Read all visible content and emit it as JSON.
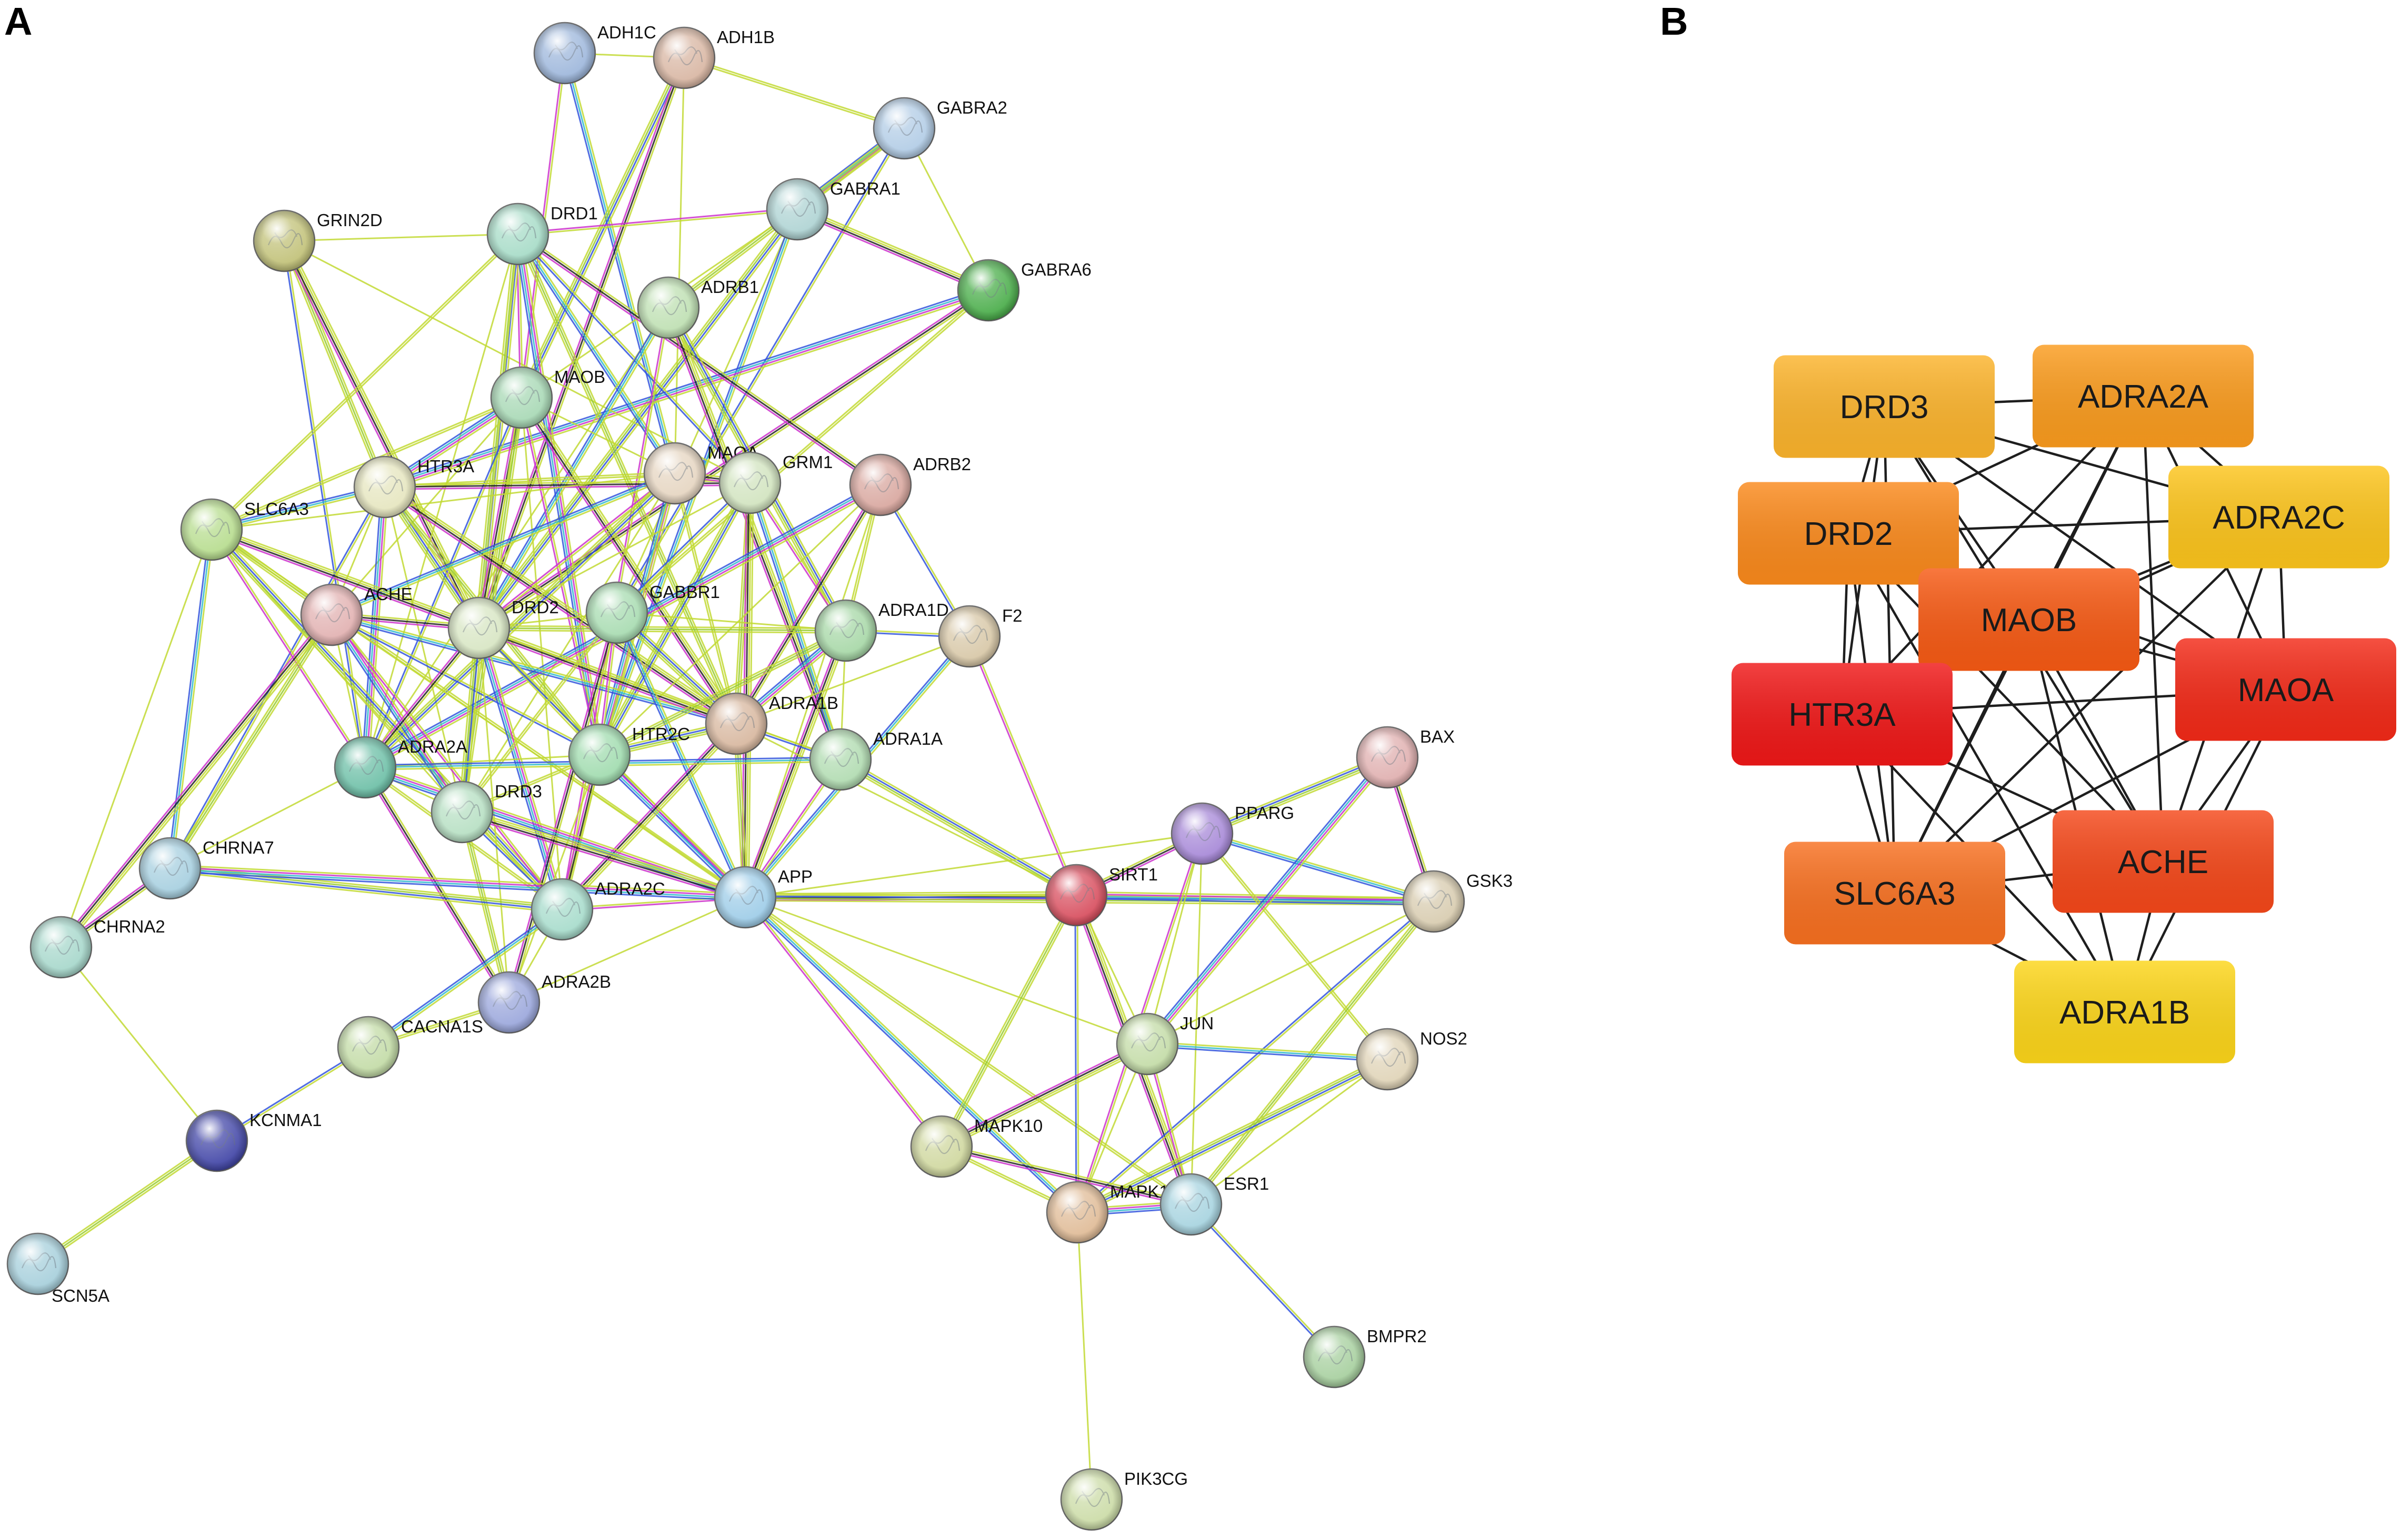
{
  "panel_a": {
    "letter": "A",
    "nodes": [
      {
        "id": "ADH1C",
        "label": "ADH1C",
        "color": "#9fb8dc"
      },
      {
        "id": "ADH1B",
        "label": "ADH1B",
        "color": "#d9b7a4"
      },
      {
        "id": "GABRA2",
        "label": "GABRA2",
        "color": "#b3cde6"
      },
      {
        "id": "GABRA1",
        "label": "GABRA1",
        "color": "#b0d4d4"
      },
      {
        "id": "GRIN2D",
        "label": "GRIN2D",
        "color": "#c2c27a"
      },
      {
        "id": "DRD1",
        "label": "DRD1",
        "color": "#a8dcc8"
      },
      {
        "id": "GABRA6",
        "label": "GABRA6",
        "color": "#4cae4c"
      },
      {
        "id": "ADRB1",
        "label": "ADRB1",
        "color": "#bfe0b3"
      },
      {
        "id": "MAOB",
        "label": "MAOB",
        "color": "#a9d9b6"
      },
      {
        "id": "HTR3A",
        "label": "HTR3A",
        "color": "#e6e6c0"
      },
      {
        "id": "MAOA",
        "label": "MAOA",
        "color": "#e6d6c2"
      },
      {
        "id": "GRM1",
        "label": "GRM1",
        "color": "#d2e4c0"
      },
      {
        "id": "ADRB2",
        "label": "ADRB2",
        "color": "#d9a8a0"
      },
      {
        "id": "SLC6A3",
        "label": "SLC6A3",
        "color": "#b8dd90"
      },
      {
        "id": "ACHE",
        "label": "ACHE",
        "color": "#e2b2b2"
      },
      {
        "id": "DRD2",
        "label": "DRD2",
        "color": "#d8e6c4"
      },
      {
        "id": "GABBR1",
        "label": "GABBR1",
        "color": "#a9dcb2"
      },
      {
        "id": "ADRA1D",
        "label": "ADRA1D",
        "color": "#a8d8a8"
      },
      {
        "id": "F2",
        "label": "F2",
        "color": "#d8c8a8"
      },
      {
        "id": "HTR2C",
        "label": "HTR2C",
        "color": "#a2dcb0"
      },
      {
        "id": "ADRA1B",
        "label": "ADRA1B",
        "color": "#d8b8a0"
      },
      {
        "id": "ADRA1A",
        "label": "ADRA1A",
        "color": "#b2dcb2"
      },
      {
        "id": "BAX",
        "label": "BAX",
        "color": "#e0b0b0"
      },
      {
        "id": "ADRA2A",
        "label": "ADRA2A",
        "color": "#6fc0a8"
      },
      {
        "id": "DRD3",
        "label": "DRD3",
        "color": "#b8e0c4"
      },
      {
        "id": "PPARG",
        "label": "PPARG",
        "color": "#a88ad8"
      },
      {
        "id": "CHRNA7",
        "label": "CHRNA7",
        "color": "#a8d0e0"
      },
      {
        "id": "ADRA2C",
        "label": "ADRA2C",
        "color": "#a8dccc"
      },
      {
        "id": "APP",
        "label": "APP",
        "color": "#9fcde8"
      },
      {
        "id": "SIRT1",
        "label": "SIRT1",
        "color": "#d85060"
      },
      {
        "id": "GSK3",
        "label": "GSK3",
        "color": "#d8ccb0"
      },
      {
        "id": "CHRNA2",
        "label": "CHRNA2",
        "color": "#a8d8cc"
      },
      {
        "id": "ADRA2B",
        "label": "ADRA2B",
        "color": "#9ca8dc"
      },
      {
        "id": "CACNA1S",
        "label": "CACNA1S",
        "color": "#c4dca8"
      },
      {
        "id": "JUN",
        "label": "JUN",
        "color": "#c4dca8"
      },
      {
        "id": "NOS2",
        "label": "NOS2",
        "color": "#e0d4b8"
      },
      {
        "id": "KCNMA1",
        "label": "KCNMA1",
        "color": "#4448a8"
      },
      {
        "id": "MAPK10",
        "label": "MAPK10",
        "color": "#d0d8a0"
      },
      {
        "id": "MAPK14",
        "label": "MAPK14",
        "color": "#e0bc98"
      },
      {
        "id": "ESR1",
        "label": "ESR1",
        "color": "#a8d4e0"
      },
      {
        "id": "SCN5A",
        "label": "SCN5A",
        "color": "#a8d0dc"
      },
      {
        "id": "BMPR2",
        "label": "BMPR2",
        "color": "#a8d0a0"
      },
      {
        "id": "PIK3CG",
        "label": "PIK3CG",
        "color": "#ccdca8"
      }
    ],
    "edges": [
      [
        "ADH1C",
        "ADH1B"
      ],
      [
        "ADH1C",
        "MAOB"
      ],
      [
        "ADH1C",
        "MAOA"
      ],
      [
        "ADH1B",
        "MAOB"
      ],
      [
        "ADH1B",
        "MAOA"
      ],
      [
        "ADH1B",
        "GABRA2"
      ],
      [
        "ADH1B",
        "DRD2"
      ],
      [
        "GABRA2",
        "GABRA1"
      ],
      [
        "GABRA2",
        "GABRA6"
      ],
      [
        "GABRA2",
        "GABBR1"
      ],
      [
        "GABRA2",
        "ADRB1"
      ],
      [
        "GABRA1",
        "GABRA6"
      ],
      [
        "GABRA1",
        "GABBR1"
      ],
      [
        "GABRA1",
        "DRD1"
      ],
      [
        "GABRA1",
        "HTR2C"
      ],
      [
        "GABRA1",
        "DRD2"
      ],
      [
        "GABRA1",
        "MAOB"
      ],
      [
        "GABRA6",
        "GABBR1"
      ],
      [
        "GABRA6",
        "DRD2"
      ],
      [
        "GABRA6",
        "HTR3A"
      ],
      [
        "GRIN2D",
        "DRD1"
      ],
      [
        "GRIN2D",
        "ADRA2A"
      ],
      [
        "GRIN2D",
        "HTR3A"
      ],
      [
        "GRIN2D",
        "DRD2"
      ],
      [
        "GRIN2D",
        "GRM1"
      ],
      [
        "DRD1",
        "MAOB"
      ],
      [
        "DRD1",
        "MAOA"
      ],
      [
        "DRD1",
        "DRD2"
      ],
      [
        "DRD1",
        "DRD3"
      ],
      [
        "DRD1",
        "SLC6A3"
      ],
      [
        "DRD1",
        "ADRB2"
      ],
      [
        "DRD1",
        "HTR2C"
      ],
      [
        "DRD1",
        "ADRA2A"
      ],
      [
        "DRD1",
        "GRM1"
      ],
      [
        "DRD1",
        "ADRA1B"
      ],
      [
        "ADRB1",
        "ADRA1A"
      ],
      [
        "ADRB1",
        "ADRA2A"
      ],
      [
        "ADRB1",
        "ADRA2C"
      ],
      [
        "ADRB1",
        "DRD2"
      ],
      [
        "ADRB1",
        "ADRA1D"
      ],
      [
        "MAOB",
        "MAOA"
      ],
      [
        "MAOB",
        "SLC6A3"
      ],
      [
        "MAOB",
        "DRD2"
      ],
      [
        "MAOB",
        "HTR3A"
      ],
      [
        "MAOB",
        "ACHE"
      ],
      [
        "MAOB",
        "ADRA2A"
      ],
      [
        "MAOB",
        "DRD3"
      ],
      [
        "MAOB",
        "ADRA1B"
      ],
      [
        "MAOB",
        "ADRA2C"
      ],
      [
        "MAOB",
        "HTR2C"
      ],
      [
        "HTR3A",
        "SLC6A3"
      ],
      [
        "HTR3A",
        "DRD2"
      ],
      [
        "HTR3A",
        "ACHE"
      ],
      [
        "HTR3A",
        "MAOA"
      ],
      [
        "HTR3A",
        "GRM1"
      ],
      [
        "HTR3A",
        "ADRA2A"
      ],
      [
        "HTR3A",
        "DRD3"
      ],
      [
        "HTR3A",
        "CHRNA7"
      ],
      [
        "HTR3A",
        "HTR2C"
      ],
      [
        "HTR3A",
        "ADRA1B"
      ],
      [
        "MAOA",
        "SLC6A3"
      ],
      [
        "MAOA",
        "DRD2"
      ],
      [
        "MAOA",
        "ACHE"
      ],
      [
        "MAOA",
        "ADRA2A"
      ],
      [
        "MAOA",
        "DRD3"
      ],
      [
        "MAOA",
        "ADRA1B"
      ],
      [
        "MAOA",
        "GRM1"
      ],
      [
        "MAOA",
        "HTR2C"
      ],
      [
        "MAOA",
        "ADRA2C"
      ],
      [
        "GRM1",
        "GABBR1"
      ],
      [
        "GRM1",
        "ADRA1B"
      ],
      [
        "GRM1",
        "APP"
      ],
      [
        "GRM1",
        "DRD2"
      ],
      [
        "GRM1",
        "ADRA1D"
      ],
      [
        "GRM1",
        "ADRA1A"
      ],
      [
        "GRM1",
        "HTR2C"
      ],
      [
        "ADRB2",
        "APP"
      ],
      [
        "ADRB2",
        "ADRA1D"
      ],
      [
        "ADRB2",
        "ADRA1B"
      ],
      [
        "ADRB2",
        "ADRA2A"
      ],
      [
        "ADRB2",
        "HTR2C"
      ],
      [
        "ADRB2",
        "F2"
      ],
      [
        "SLC6A3",
        "ACHE"
      ],
      [
        "SLC6A3",
        "DRD2"
      ],
      [
        "SLC6A3",
        "DRD3"
      ],
      [
        "SLC6A3",
        "ADRA2A"
      ],
      [
        "SLC6A3",
        "CHRNA7"
      ],
      [
        "SLC6A3",
        "ADRA2C"
      ],
      [
        "SLC6A3",
        "CHRNA2"
      ],
      [
        "SLC6A3",
        "APP"
      ],
      [
        "ACHE",
        "DRD2"
      ],
      [
        "ACHE",
        "DRD3"
      ],
      [
        "ACHE",
        "ADRA2A"
      ],
      [
        "ACHE",
        "HTR2C"
      ],
      [
        "ACHE",
        "CHRNA7"
      ],
      [
        "ACHE",
        "CHRNA2"
      ],
      [
        "ACHE",
        "APP"
      ],
      [
        "ACHE",
        "ADRA2C"
      ],
      [
        "ACHE",
        "ADRA1B"
      ],
      [
        "DRD2",
        "DRD3"
      ],
      [
        "DRD2",
        "GABBR1"
      ],
      [
        "DRD2",
        "HTR2C"
      ],
      [
        "DRD2",
        "ADRA2A"
      ],
      [
        "DRD2",
        "ADRA2C"
      ],
      [
        "DRD2",
        "ADRA2B"
      ],
      [
        "DRD2",
        "APP"
      ],
      [
        "DRD2",
        "ADRA1D"
      ],
      [
        "DRD2",
        "ADRA1B"
      ],
      [
        "DRD2",
        "ADRA1A"
      ],
      [
        "GABBR1",
        "HTR2C"
      ],
      [
        "GABBR1",
        "APP"
      ],
      [
        "GABBR1",
        "ADRA1B"
      ],
      [
        "GABBR1",
        "ADRA1D"
      ],
      [
        "GABBR1",
        "DRD3"
      ],
      [
        "GABBR1",
        "ADRA2B"
      ],
      [
        "ADRA1D",
        "ADRA1B"
      ],
      [
        "ADRA1D",
        "ADRA1A"
      ],
      [
        "ADRA1D",
        "F2"
      ],
      [
        "ADRA1D",
        "HTR2C"
      ],
      [
        "ADRA1D",
        "APP"
      ],
      [
        "F2",
        "ADRA1B"
      ],
      [
        "F2",
        "SIRT1"
      ],
      [
        "F2",
        "APP"
      ],
      [
        "HTR2C",
        "ADRA1B"
      ],
      [
        "HTR2C",
        "ADRA2A"
      ],
      [
        "HTR2C",
        "DRD3"
      ],
      [
        "HTR2C",
        "ADRA2C"
      ],
      [
        "HTR2C",
        "APP"
      ],
      [
        "HTR2C",
        "ADRA2B"
      ],
      [
        "ADRA1B",
        "ADRA1A"
      ],
      [
        "ADRA1B",
        "APP"
      ],
      [
        "ADRA1B",
        "ADRA2C"
      ],
      [
        "ADRA1B",
        "SIRT1"
      ],
      [
        "ADRA1A",
        "APP"
      ],
      [
        "ADRA1A",
        "ADRA2A"
      ],
      [
        "ADRA1A",
        "SIRT1"
      ],
      [
        "ADRA2A",
        "DRD3"
      ],
      [
        "ADRA2A",
        "ADRA2C"
      ],
      [
        "ADRA2A",
        "ADRA2B"
      ],
      [
        "ADRA2A",
        "APP"
      ],
      [
        "ADRA2A",
        "CHRNA7"
      ],
      [
        "DRD3",
        "ADRA2C"
      ],
      [
        "DRD3",
        "ADRA2B"
      ],
      [
        "DRD3",
        "APP"
      ],
      [
        "ADRA2C",
        "ADRA2B"
      ],
      [
        "ADRA2C",
        "APP"
      ],
      [
        "ADRA2C",
        "CACNA1S"
      ],
      [
        "ADRA2C",
        "CHRNA7"
      ],
      [
        "ADRA2B",
        "APP"
      ],
      [
        "ADRA2B",
        "CACNA1S"
      ],
      [
        "CHRNA7",
        "CHRNA2"
      ],
      [
        "CHRNA7",
        "APP"
      ],
      [
        "CHRNA2",
        "KCNMA1"
      ],
      [
        "CACNA1S",
        "KCNMA1"
      ],
      [
        "KCNMA1",
        "SCN5A"
      ],
      [
        "APP",
        "SIRT1"
      ],
      [
        "APP",
        "JUN"
      ],
      [
        "APP",
        "MAPK10"
      ],
      [
        "APP",
        "MAPK14"
      ],
      [
        "APP",
        "GSK3"
      ],
      [
        "APP",
        "PPARG"
      ],
      [
        "APP",
        "ESR1"
      ],
      [
        "SIRT1",
        "PPARG"
      ],
      [
        "SIRT1",
        "GSK3"
      ],
      [
        "SIRT1",
        "JUN"
      ],
      [
        "SIRT1",
        "MAPK14"
      ],
      [
        "SIRT1",
        "MAPK10"
      ],
      [
        "SIRT1",
        "ESR1"
      ],
      [
        "PPARG",
        "JUN"
      ],
      [
        "PPARG",
        "MAPK14"
      ],
      [
        "PPARG",
        "GSK3"
      ],
      [
        "PPARG",
        "BAX"
      ],
      [
        "PPARG",
        "ESR1"
      ],
      [
        "PPARG",
        "NOS2"
      ],
      [
        "BAX",
        "GSK3"
      ],
      [
        "BAX",
        "JUN"
      ],
      [
        "GSK3",
        "JUN"
      ],
      [
        "GSK3",
        "MAPK14"
      ],
      [
        "GSK3",
        "ESR1"
      ],
      [
        "JUN",
        "MAPK10"
      ],
      [
        "JUN",
        "MAPK14"
      ],
      [
        "JUN",
        "ESR1"
      ],
      [
        "JUN",
        "NOS2"
      ],
      [
        "NOS2",
        "MAPK14"
      ],
      [
        "NOS2",
        "ESR1"
      ],
      [
        "MAPK10",
        "MAPK14"
      ],
      [
        "MAPK10",
        "ESR1"
      ],
      [
        "MAPK14",
        "ESR1"
      ],
      [
        "MAPK14",
        "PIK3CG"
      ],
      [
        "ESR1",
        "BMPR2"
      ]
    ]
  },
  "panel_b": {
    "letter": "B",
    "nodes": [
      {
        "id": "DRD3",
        "label": "DRD3",
        "color": "#fcb42c"
      },
      {
        "id": "ADRA2A",
        "label": "ADRA2A",
        "color": "#fb9c1e"
      },
      {
        "id": "DRD2",
        "label": "DRD2",
        "color": "#fb8a1c"
      },
      {
        "id": "ADRA2C",
        "label": "ADRA2C",
        "color": "#fdc51c"
      },
      {
        "id": "MAOB",
        "label": "MAOB",
        "color": "#f75a14"
      },
      {
        "id": "HTR3A",
        "label": "HTR3A",
        "color": "#f01818"
      },
      {
        "id": "MAOA",
        "label": "MAOA",
        "color": "#f32a18"
      },
      {
        "id": "ACHE",
        "label": "ACHE",
        "color": "#f5481a"
      },
      {
        "id": "SLC6A3",
        "label": "SLC6A3",
        "color": "#f87020"
      },
      {
        "id": "ADRA1B",
        "label": "ADRA1B",
        "color": "#fdd61a"
      }
    ],
    "edges": [
      [
        "DRD3",
        "ADRA2A"
      ],
      [
        "DRD3",
        "DRD2"
      ],
      [
        "DRD3",
        "ADRA2C"
      ],
      [
        "DRD3",
        "MAOB"
      ],
      [
        "DRD3",
        "MAOA"
      ],
      [
        "DRD3",
        "HTR3A"
      ],
      [
        "DRD3",
        "ACHE"
      ],
      [
        "DRD3",
        "SLC6A3"
      ],
      [
        "ADRA2A",
        "ADRA2C"
      ],
      [
        "ADRA2A",
        "DRD2"
      ],
      [
        "ADRA2A",
        "MAOB"
      ],
      [
        "ADRA2A",
        "HTR3A"
      ],
      [
        "ADRA2A",
        "MAOA"
      ],
      [
        "ADRA2A",
        "ACHE"
      ],
      [
        "ADRA2A",
        "SLC6A3"
      ],
      [
        "DRD2",
        "ADRA2C"
      ],
      [
        "DRD2",
        "MAOB"
      ],
      [
        "DRD2",
        "MAOA"
      ],
      [
        "DRD2",
        "HTR3A"
      ],
      [
        "DRD2",
        "ACHE"
      ],
      [
        "DRD2",
        "SLC6A3"
      ],
      [
        "DRD2",
        "ADRA1B"
      ],
      [
        "ADRA2C",
        "MAOB"
      ],
      [
        "ADRA2C",
        "HTR3A"
      ],
      [
        "ADRA2C",
        "MAOA"
      ],
      [
        "ADRA2C",
        "ACHE"
      ],
      [
        "ADRA2C",
        "SLC6A3"
      ],
      [
        "MAOB",
        "HTR3A"
      ],
      [
        "MAOB",
        "MAOA"
      ],
      [
        "MAOB",
        "ACHE"
      ],
      [
        "MAOB",
        "SLC6A3"
      ],
      [
        "MAOB",
        "ADRA1B"
      ],
      [
        "HTR3A",
        "MAOA"
      ],
      [
        "HTR3A",
        "SLC6A3"
      ],
      [
        "HTR3A",
        "ACHE"
      ],
      [
        "HTR3A",
        "ADRA1B"
      ],
      [
        "MAOA",
        "ACHE"
      ],
      [
        "MAOA",
        "SLC6A3"
      ],
      [
        "MAOA",
        "ADRA1B"
      ],
      [
        "ACHE",
        "SLC6A3"
      ],
      [
        "ACHE",
        "ADRA1B"
      ],
      [
        "SLC6A3",
        "ADRA1B"
      ]
    ]
  }
}
